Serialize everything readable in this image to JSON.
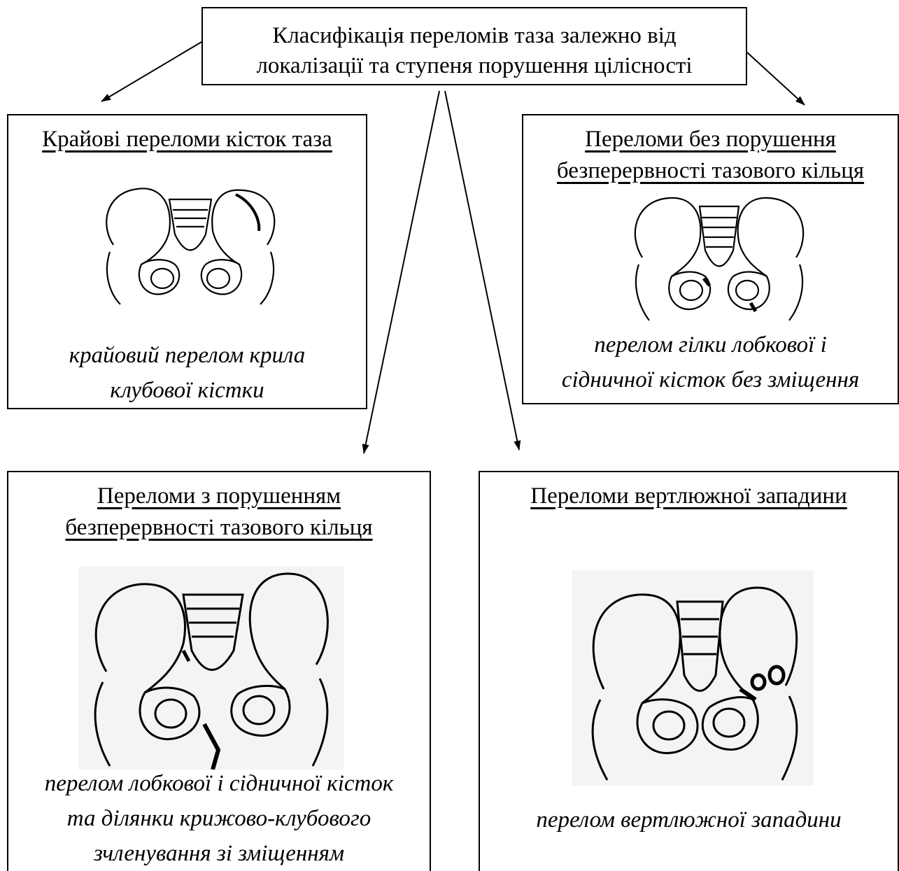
{
  "root": {
    "lines": [
      "Класифікація переломів таза залежно від",
      "локалізації  та ступеня порушення цілісності"
    ]
  },
  "panels": [
    {
      "title_lines": [
        "Крайові переломи кісток таза"
      ],
      "caption_lines": [
        "крайовий перелом крила",
        "клубової кістки"
      ]
    },
    {
      "title_lines": [
        "Переломи без порушення",
        "безперервності тазового кільця"
      ],
      "caption_lines": [
        "перелом гілки лобкової і",
        "сідничної кісток без зміщення"
      ]
    },
    {
      "title_lines": [
        "Переломи з порушенням",
        "безперервності тазового кільця"
      ],
      "caption_lines": [
        "перелом лобкової і сідничної кісток",
        "та ділянки крижово-клубового",
        "зчленування зі зміщенням"
      ]
    },
    {
      "title_lines": [
        "Переломи вертлюжної западини"
      ],
      "caption_lines": [
        "перелом вертлюжної западини"
      ]
    }
  ]
}
